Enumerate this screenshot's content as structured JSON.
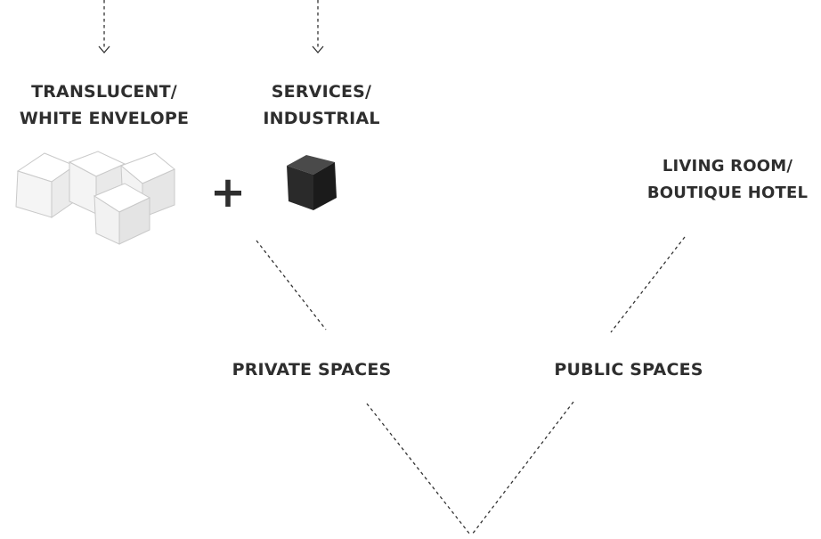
{
  "labels": {
    "translucent": [
      "TRANSLUCENT/",
      "WHITE ENVELOPE"
    ],
    "services": [
      "SERVICES/",
      "INDUSTRIAL"
    ],
    "living": [
      "LIVING ROOM/",
      "BOUTIQUE HOTEL"
    ],
    "private": "PRIVATE SPACES",
    "public": "PUBLIC SPACES",
    "plus": "+"
  },
  "icons": {
    "white_cubes": "white-cubes-icon",
    "black_cube": "black-cube-icon"
  },
  "colors": {
    "text": "#2e2e2e",
    "line": "#333333",
    "white_cube": "#f7f7f7",
    "black_cube": "#262626"
  }
}
